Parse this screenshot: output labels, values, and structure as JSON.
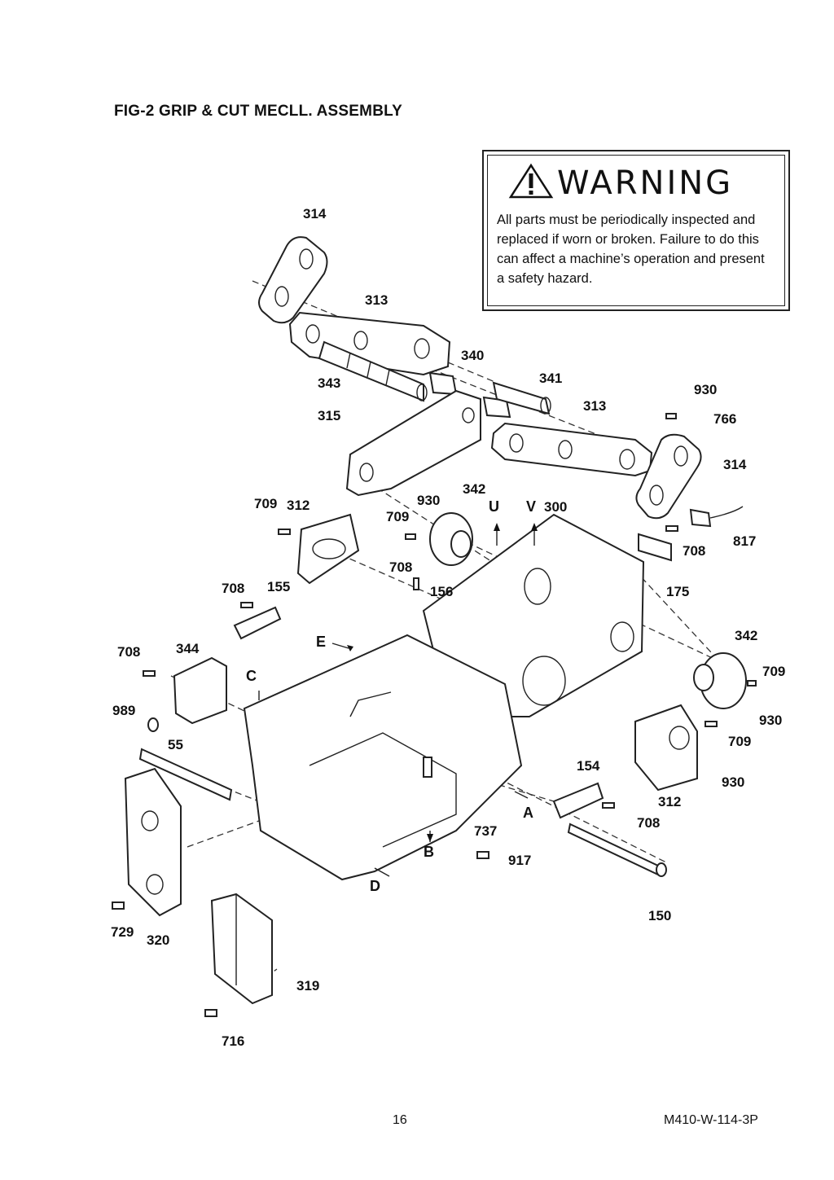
{
  "header": {
    "title": "FIG-2  GRIP & CUT  MECLL.  ASSEMBLY"
  },
  "warning": {
    "heading": "WARNING",
    "text": "All parts must be periodically inspected and replaced if worn or broken. Failure to do this can affect a machine’s operation and present a safety hazard."
  },
  "diagram": {
    "part_labels": [
      "314",
      "313",
      "340",
      "343",
      "341",
      "930",
      "315",
      "313",
      "766",
      "314",
      "342",
      "709",
      "312",
      "930",
      "709",
      "U",
      "V",
      "300",
      "817",
      "708",
      "708",
      "175",
      "708",
      "155",
      "156",
      "342",
      "708",
      "344",
      "E",
      "709",
      "C",
      "930",
      "989",
      "55",
      "709",
      "154",
      "930",
      "312",
      "A",
      "708",
      "737",
      "B",
      "917",
      "D",
      "729",
      "320",
      "319",
      "716",
      "150"
    ],
    "arrow_letters": [
      "U",
      "V",
      "E",
      "C",
      "A",
      "B",
      "D"
    ]
  },
  "footer": {
    "page_number": "16",
    "doc_code": "M410-W-114-3P"
  }
}
